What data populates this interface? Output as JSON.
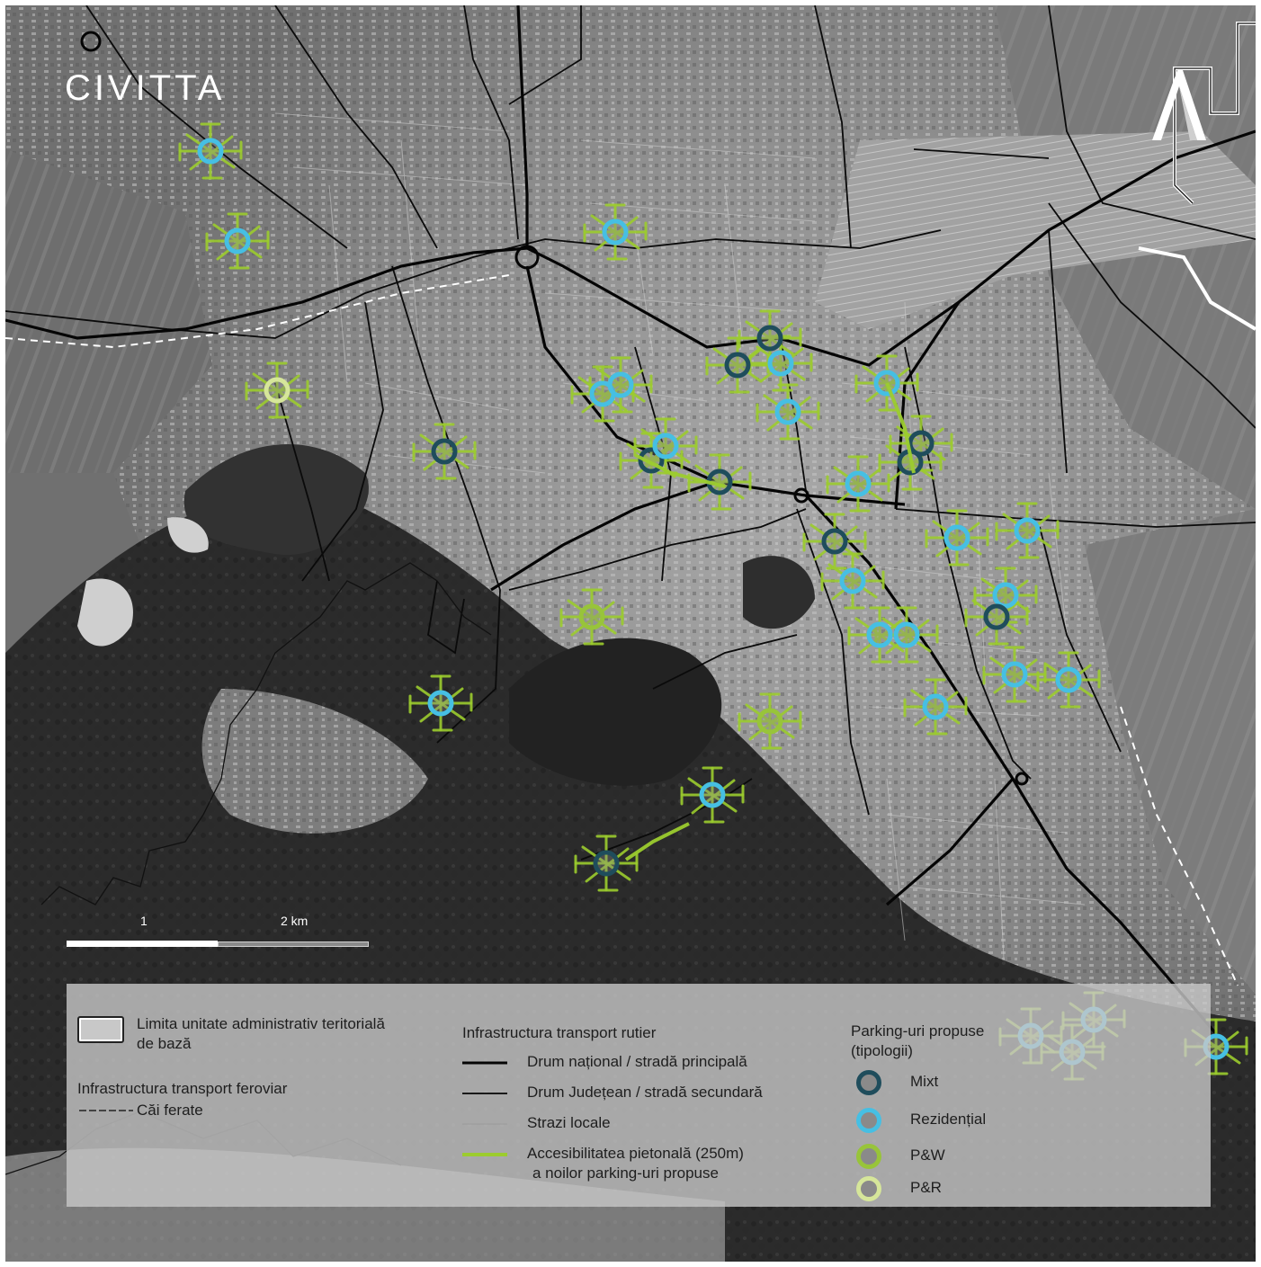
{
  "logos": {
    "left_text": "CIVITTA",
    "right_mark": "A"
  },
  "scale_bar": {
    "label_1": "1",
    "label_2": "2 km"
  },
  "legend": {
    "admin_boundary": "Limita unitate administrativ teritorială de bază",
    "rail_title": "Infrastructura transport feroviar",
    "rail_item": "Căi ferate",
    "road_title": "Infrastructura transport rutier",
    "road_items": [
      "Drum național / stradă principală",
      "Drum Județean / stradă secundară",
      "Strazi locale"
    ],
    "pedestrian_line1": "Accesibilitatea pietonală (250m)",
    "pedestrian_line2": "a noilor parking-uri propuse",
    "parking_title_1": "Parking-uri propuse",
    "parking_title_2": "(tipologii)",
    "parking_types": [
      "Mixt",
      "Rezidențial",
      "P&W",
      "P&R"
    ]
  },
  "colors": {
    "mixt": "#1f4d5c",
    "rezidential": "#46bfe3",
    "pw": "#98c43a",
    "pr": "#d6e69a",
    "walk": "#9ccc2e",
    "road": "#0a0a0a"
  },
  "parking_markers": [
    {
      "type": "rezidential"
    },
    {
      "type": "rezidential"
    },
    {
      "type": "rezidential"
    },
    {
      "type": "pr"
    },
    {
      "type": "mixt"
    },
    {
      "type": "rezidential"
    },
    {
      "type": "rezidential"
    },
    {
      "type": "mixt"
    },
    {
      "type": "rezidential"
    },
    {
      "type": "mixt"
    },
    {
      "type": "mixt"
    },
    {
      "type": "rezidential"
    },
    {
      "type": "rezidential"
    },
    {
      "type": "mixt"
    },
    {
      "type": "rezidential"
    },
    {
      "type": "rezidential"
    },
    {
      "type": "mixt"
    },
    {
      "type": "mixt"
    },
    {
      "type": "rezidential"
    },
    {
      "type": "mixt"
    },
    {
      "type": "rezidential"
    },
    {
      "type": "rezidential"
    },
    {
      "type": "rezidential"
    },
    {
      "type": "rezidential"
    },
    {
      "type": "rezidential"
    },
    {
      "type": "mixt"
    },
    {
      "type": "rezidential"
    },
    {
      "type": "rezidential"
    },
    {
      "type": "rezidential"
    },
    {
      "type": "rezidential"
    },
    {
      "type": "pw"
    },
    {
      "type": "rezidential"
    },
    {
      "type": "pw"
    },
    {
      "type": "rezidential"
    },
    {
      "type": "mixt"
    },
    {
      "type": "rezidential"
    },
    {
      "type": "rezidential"
    },
    {
      "type": "rezidential"
    },
    {
      "type": "rezidential"
    }
  ]
}
